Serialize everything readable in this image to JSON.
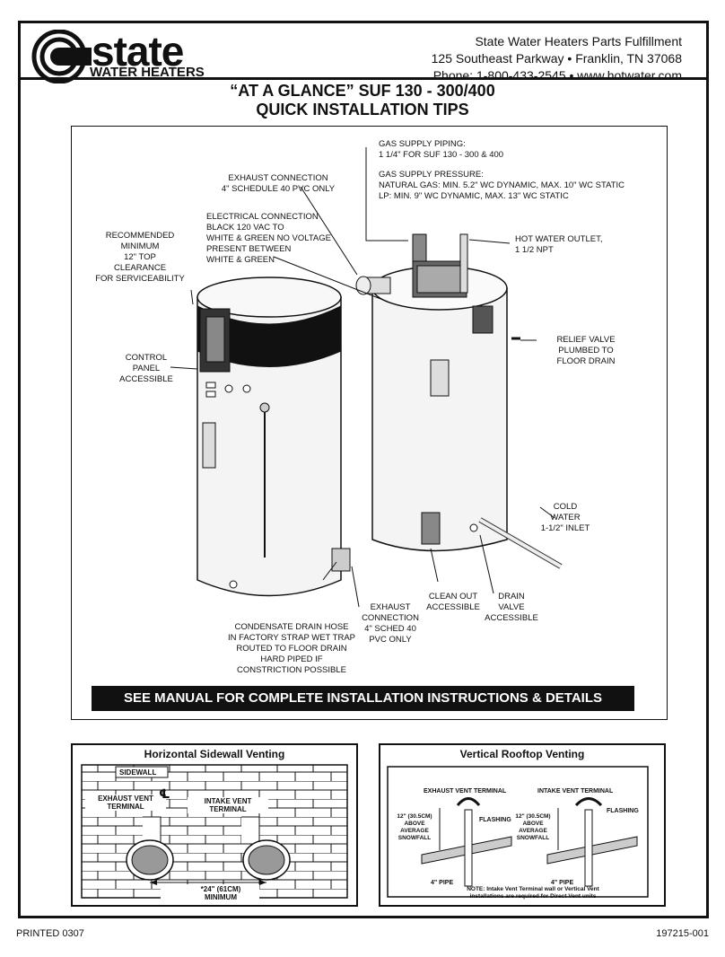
{
  "brand": {
    "word": "state",
    "sub": "WATER HEATERS"
  },
  "company": {
    "name": "State Water Heaters Parts Fulfillment",
    "address": "125 Southeast Parkway • Franklin, TN 37068",
    "contact": "Phone: 1-800-433-2545 • www.hotwater.com"
  },
  "title": {
    "line1": "“AT A GLANCE” SUF 130 - 300/400",
    "line2": "QUICK INSTALLATION TIPS"
  },
  "labels": {
    "gas_piping": [
      "GAS SUPPLY PIPING:",
      "1 1/4\" FOR SUF 130 - 300 & 400"
    ],
    "gas_pressure": [
      "GAS SUPPLY PRESSURE:",
      "NATURAL GAS: MIN. 5.2\" WC DYNAMIC, MAX. 10\" WC STATIC",
      "LP: MIN. 9\" WC DYNAMIC, MAX. 13\" WC STATIC"
    ],
    "exhaust_connection": [
      "EXHAUST CONNECTION",
      "4\" SCHEDULE 40 PVC ONLY"
    ],
    "electrical": [
      "ELECTRICAL CONNECTION",
      "BLACK 120 VAC TO",
      "WHITE & GREEN NO VOLTAGE",
      "PRESENT BETWEEN",
      "WHITE & GREEN"
    ],
    "clearance": [
      "RECOMMENDED",
      "MINIMUM",
      "12\" TOP",
      "CLEARANCE",
      "FOR SERVICEABILITY"
    ],
    "hot_water": [
      "HOT WATER OUTLET,",
      "1 1/2 NPT"
    ],
    "control_panel": [
      "CONTROL",
      "PANEL",
      "ACCESSIBLE"
    ],
    "relief_valve": [
      "RELIEF VALVE",
      "PLUMBED TO",
      "FLOOR DRAIN"
    ],
    "cold_water": [
      "COLD",
      "WATER",
      "1-1/2\" INLET"
    ],
    "condensate": [
      "CONDENSATE DRAIN HOSE",
      "IN FACTORY STRAP WET TRAP",
      "ROUTED TO FLOOR DRAIN",
      "HARD PIPED IF",
      "CONSTRICTION POSSIBLE"
    ],
    "exhaust_sched": [
      "EXHAUST",
      "CONNECTION",
      "4\" SCHED 40",
      "PVC ONLY"
    ],
    "clean_out": [
      "CLEAN OUT",
      "ACCESSIBLE"
    ],
    "drain_valve": [
      "DRAIN",
      "VALVE",
      "ACCESSIBLE"
    ]
  },
  "banner": "SEE MANUAL FOR COMPLETE INSTALLATION INSTRUCTIONS & DETAILS",
  "horizontal": {
    "title": "Horizontal Sidewall Venting",
    "sidewall": "SIDEWALL",
    "exhaust_terminal": [
      "EXHAUST VENT",
      "TERMINAL"
    ],
    "intake_terminal": [
      "INTAKE VENT",
      "TERMINAL"
    ],
    "centerline": "℄",
    "spacing": [
      "*24\" (61cm)",
      "MINIMUM"
    ]
  },
  "vertical": {
    "title": "Vertical Rooftop Venting",
    "exhaust_terminal": "EXHAUST VENT TERMINAL",
    "intake_terminal": "INTAKE VENT TERMINAL",
    "flashing": "FLASHING",
    "snowfall": [
      "12\" (30.5cm)",
      "ABOVE",
      "AVERAGE",
      "SNOWFALL"
    ],
    "pipe": "4\" PIPE",
    "note": [
      "NOTE: Intake Vent Terminal wall or Vertical Vent",
      "installations are required for Direct Vent units"
    ]
  },
  "footer": {
    "printed": "PRINTED 0307",
    "part": "197215-001"
  }
}
